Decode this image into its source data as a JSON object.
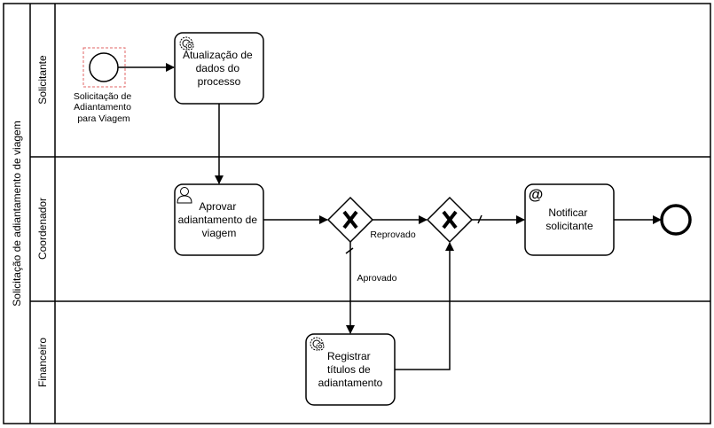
{
  "pool": {
    "title": "Solicitação de adiantamento de viagem"
  },
  "lanes": {
    "solicitante": "Solicitante",
    "coordenador": "Coordenador",
    "financeiro": "Financeiro"
  },
  "events": {
    "start_label_lines": [
      "Solicitação de",
      "Adiantamento",
      "para Viagem"
    ]
  },
  "tasks": {
    "atualizacao": {
      "lines": [
        "Atualização de",
        "dados do",
        "processo"
      ],
      "icon": "gear-icon"
    },
    "aprovar": {
      "lines": [
        "Aprovar",
        "adiantamento de",
        "viagem"
      ],
      "icon": "user-icon"
    },
    "notificar": {
      "lines": [
        "Notificar",
        "solicitante"
      ],
      "icon": "at-icon"
    },
    "registrar": {
      "lines": [
        "Registrar",
        "títulos de",
        "adiantamento"
      ],
      "icon": "gear-icon"
    }
  },
  "flows": {
    "reprovado": "Reprovado",
    "aprovado": "Aprovado"
  },
  "colors": {
    "stroke": "#000000",
    "start_highlight": "#e06666"
  }
}
